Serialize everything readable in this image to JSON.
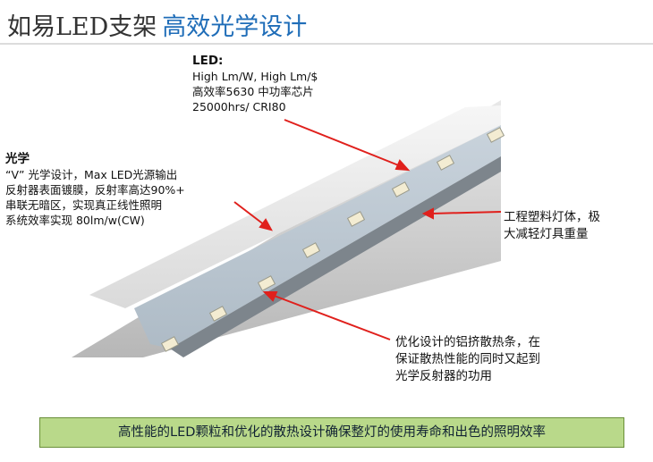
{
  "title": {
    "brand": "如易LED支架",
    "subtitle": "高效光学设计"
  },
  "notes": {
    "led": {
      "head": "LED:",
      "lines": [
        "High Lm/W, High Lm/$",
        "高效率5630 中功率芯片",
        "25000hrs/ CRI80"
      ]
    },
    "optics": {
      "head": "光学",
      "lines": [
        "“V” 光学设计，Max LED光源输出",
        "反射器表面镀膜，反射率高达90%+",
        "串联无暗区，实现真正线性照明",
        "系统效率实现 80lm/w(CW)"
      ]
    },
    "body": {
      "lines": [
        "工程塑料灯体，极",
        "大减轻灯具重量"
      ]
    },
    "heatsink": {
      "lines": [
        "优化设计的铝挤散热条，在",
        "保证散热性能的同时又起到",
        "光学反射器的功用"
      ]
    }
  },
  "footer": "高性能的LED颗粒和优化的散热设计确保整灯的使用寿命和出色的照明效率",
  "colors": {
    "title_accent": "#1f6db8",
    "arrow": "#e0201c",
    "footer_bg": "#b9d98a"
  }
}
